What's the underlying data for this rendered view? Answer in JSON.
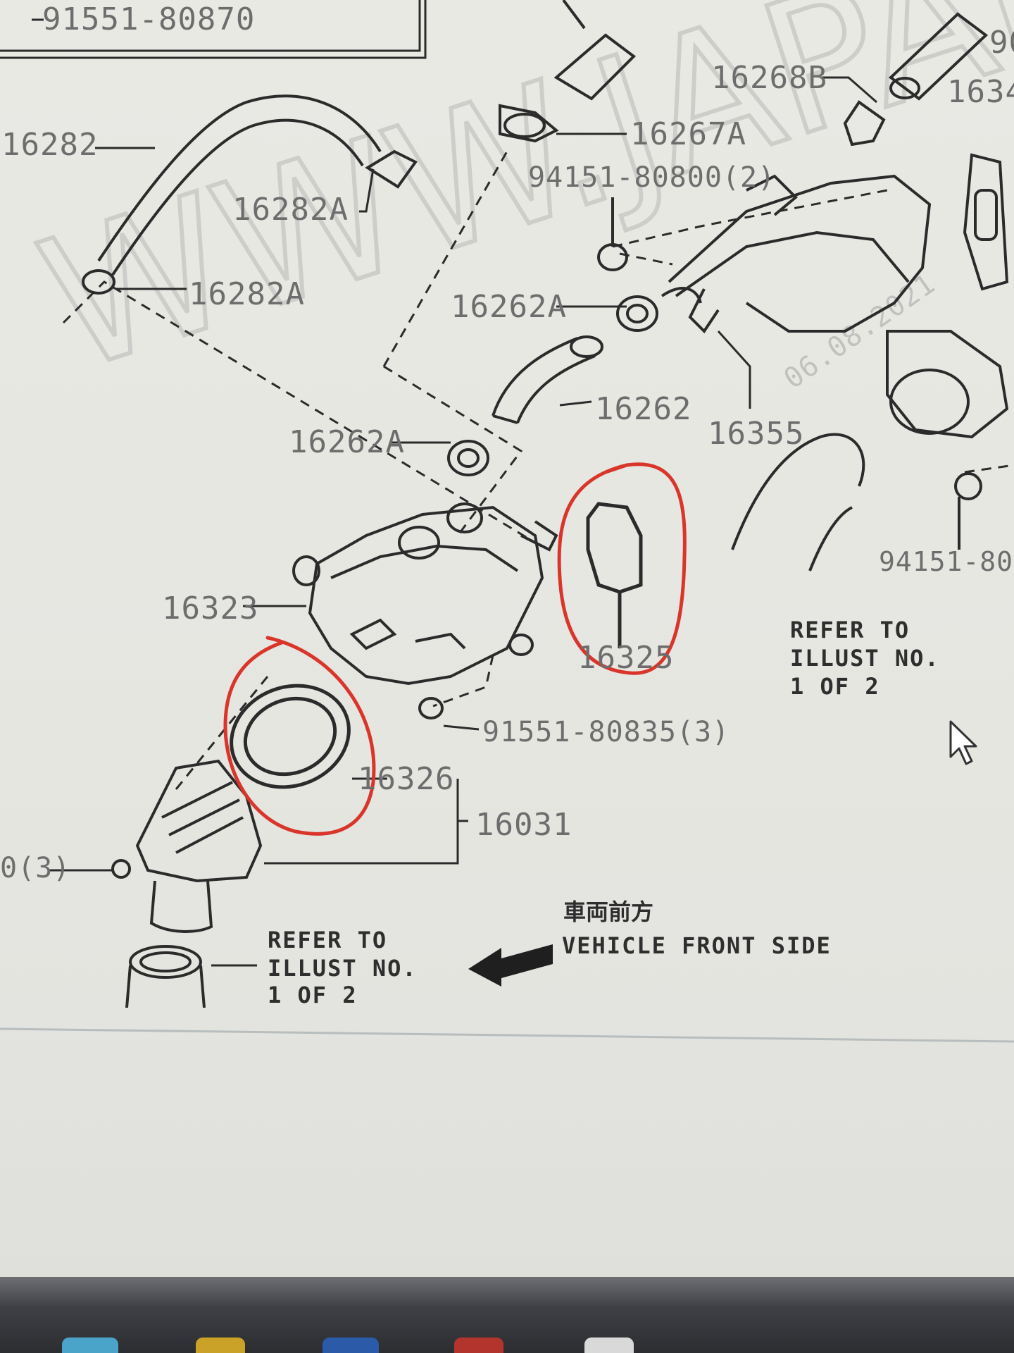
{
  "watermark": "WWW.JAPAN",
  "part_labels": [
    {
      "id": "p1",
      "text": "91551-80870"
    },
    {
      "id": "p2",
      "text": "16268B"
    },
    {
      "id": "p3",
      "text": "1634"
    },
    {
      "id": "p4",
      "text": "90"
    },
    {
      "id": "p5",
      "text": "16282"
    },
    {
      "id": "p6",
      "text": "16267A"
    },
    {
      "id": "p7",
      "text": "94151-80800(2)"
    },
    {
      "id": "p8",
      "text": "16282A"
    },
    {
      "id": "p9",
      "text": "16282A"
    },
    {
      "id": "p10",
      "text": "16262A"
    },
    {
      "id": "p11",
      "text": "16262"
    },
    {
      "id": "p12",
      "text": "16355"
    },
    {
      "id": "p13",
      "text": "16262A"
    },
    {
      "id": "p14",
      "text": "94151-808"
    },
    {
      "id": "p15",
      "text": "16323"
    },
    {
      "id": "p16",
      "text": "16325"
    },
    {
      "id": "p17",
      "text": "91551-80835(3)"
    },
    {
      "id": "p18",
      "text": "16326"
    },
    {
      "id": "p19",
      "text": "16031"
    },
    {
      "id": "p20",
      "text": "0(3)"
    }
  ],
  "notes": {
    "refer_right": [
      "REFER TO",
      "ILLUST NO.",
      "1 OF 2"
    ],
    "refer_bottom": [
      "REFER TO",
      "ILLUST NO.",
      "1 OF 2"
    ],
    "vehicle_front_cjk": "車両前方",
    "vehicle_front_en": "VEHICLE FRONT SIDE",
    "date_stamp": "06.08.2021"
  },
  "highlight_color": "#d9352b",
  "line_color": "#2b2b2b"
}
